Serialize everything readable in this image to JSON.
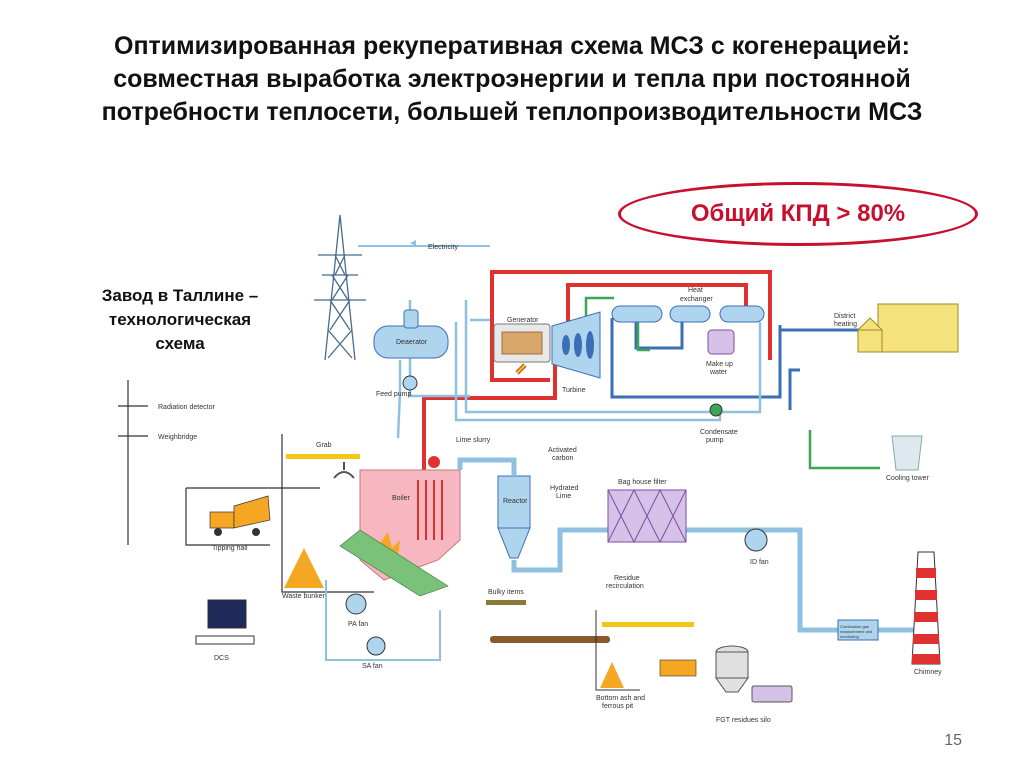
{
  "title": {
    "line1": "Оптимизированная рекуперативная схема МСЗ  с когенерацией:",
    "line2": "совместная выработка электроэнергии и тепла при постоянной",
    "line3": "потребности  теплосети, большей теплопроизводительности МСЗ"
  },
  "efficiency_badge": "Общий КПД > 80%",
  "plant_caption": {
    "line1": "Завод в Таллине –",
    "line2": "технологическая",
    "line3": "схема"
  },
  "diagram_labels": {
    "electricity": "Electricity",
    "generator": "Generator",
    "turbine": "Turbine",
    "heat_exchanger_1": "Heat",
    "heat_exchanger_2": "exchanger",
    "district_heating_1": "District",
    "district_heating_2": "heating",
    "make_up_water_1": "Make up",
    "make_up_water_2": "water",
    "deaerator": "Deaerator",
    "feed_pump": "Feed pump",
    "condensate_pump_1": "Condensate",
    "condensate_pump_2": "pump",
    "cooling_tower": "Cooling tower",
    "radiation_detector": "Radiation detector",
    "weighbridge": "Weighbridge",
    "grab": "Grab",
    "boiler": "Boiler",
    "lime_slurry": "Lime slurry",
    "activated_carbon_1": "Activated",
    "activated_carbon_2": "carbon",
    "hydrated_lime_1": "Hydrated",
    "hydrated_lime_2": "Lime",
    "reactor": "Reactor",
    "bag_house_filter": "Bag house filter",
    "tipping_hall": "Tipping hall",
    "waste_bunker": "Waste bunker",
    "residue_recirculation_1": "Residue",
    "residue_recirculation_2": "recirculation",
    "id_fan": "ID fan",
    "bulky_items": "Bulky items",
    "pa_fan": "PA fan",
    "sa_fan": "SA fan",
    "dcs": "DCS",
    "combustion_gas_1": "Combustion gas",
    "combustion_gas_2": "measurement and",
    "combustion_gas_3": "monitoring",
    "chimney": "Chimney",
    "bottom_ash_1": "Bottom ash and",
    "bottom_ash_2": "ferrous pit",
    "fgt_silo": "FGT residues silo"
  },
  "page_number": "15",
  "colors": {
    "steam": "#e03131",
    "water_return": "#3a6fb5",
    "cooling": "#3aa655",
    "flue_gas": "#8fc0e0",
    "accent_red": "#c8102e"
  }
}
